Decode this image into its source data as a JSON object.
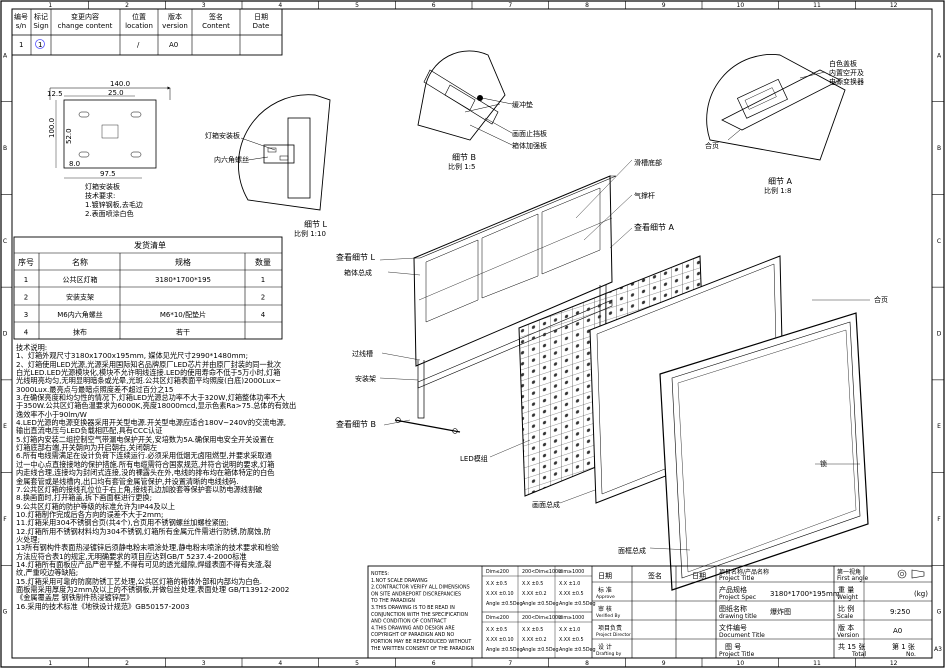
{
  "border": {
    "columns": [
      "1",
      "2",
      "3",
      "4",
      "5",
      "6",
      "7",
      "8",
      "9",
      "10",
      "11",
      "12"
    ],
    "rows": [
      "A",
      "B",
      "C",
      "D",
      "E",
      "F",
      "G"
    ],
    "page_no": "A3"
  },
  "revision": {
    "headers": [
      "编号\ns/n",
      "标记\nSign",
      "变更内容\nchange content",
      "位置\nlocation",
      "版本\nversion",
      "签名\nContent",
      "日期\nDate"
    ],
    "row": [
      "1",
      "1",
      "",
      "/",
      "A0",
      "",
      ""
    ]
  },
  "bracket": {
    "dims": [
      "140.0",
      "12.5",
      "25.0",
      "100.0",
      "52.0",
      "8.0",
      "97.5"
    ],
    "title": "灯箱安装板",
    "req_title": "技术要求:",
    "reqs": [
      "1.镀锌钢板,去毛边",
      "2.表面喷涂白色"
    ]
  },
  "detail_L": {
    "labels": [
      "灯箱安装板",
      "内六角螺丝"
    ],
    "title": "细节 L",
    "scale": "比例 1:10"
  },
  "detail_B": {
    "labels": [
      "缓冲垫",
      "画面止挡板",
      "箱体加强板"
    ],
    "title": "细节 B",
    "scale": "比例 1:5"
  },
  "detail_A": {
    "labels": [
      "白色盖板",
      "内置空开及",
      "电源变换器",
      "合页"
    ],
    "title": "细节 A",
    "scale": "比例 1:8"
  },
  "callouts": [
    "滑槽底部",
    "气撑杆",
    "查看细节 A",
    "查看细节 L",
    "箱体总成",
    "合页",
    "过线槽",
    "安装架",
    "查看细节 B",
    "LED模组",
    "锁",
    "画面总成",
    "面框总成"
  ],
  "shipping": {
    "title": "发货清单",
    "headers": [
      "序号",
      "名称",
      "规格",
      "数量"
    ],
    "rows": [
      [
        "1",
        "公共区灯箱",
        "3180*1700*195",
        "1"
      ],
      [
        "2",
        "安装支架",
        "",
        "2"
      ],
      [
        "3",
        "M6内六角螺丝",
        "M6*10/配垫片",
        "4"
      ],
      [
        "4",
        "抹布",
        "若干",
        ""
      ]
    ]
  },
  "notes": {
    "title": "技术说明:",
    "lines": [
      "1、灯箱外观尺寸3180x1700x195mm, 媒体见光尺寸2990*1480mm;",
      "2、灯箱使用LED光源,光源采用国际知名品牌原厂LED芯片并由原厂封装的同一批次",
      "白光LED.LED光源模块化,模块不允许明线连接.LED的使用寿命不低于5万小时,灯箱",
      "光线明亮均匀,无明显明暗条或光晕,光斑.公共区灯箱表面平均照度(白底)2000Lux~",
      "3000Lux.最亮点与最暗点照度差不超过百分之15",
      "3.在确保亮度和均匀性的情况下,灯箱LED光源总功率不大于320W,灯箱整体功率不大",
      "于350W.公共区灯箱色温要求为6000K,亮度18000mcd,显示色素Ra>75.总体的有效出",
      "逸效率不小于90lm/W",
      "4.LED光源的电源变换器采用开关型电源.开关型电源应适合180V~240V的交流电源,",
      "输出直流电压与LED负载相匹配,具有CCC认证",
      "5.灯箱内安装二组控制空气带漏电保护开关,安培数为5A.确保用电安全开关设置在",
      "灯箱底部右端,开关朝向为开启朝右,关闭朝左",
      "6.所有电线需满足在设计负荷下连续运行.必须采用低烟无卤阻燃型,并要求采取通",
      "过一中心点直接接地的保护措施.所有电缆需符合国家规范,并符合说明的要求,灯箱",
      "内走线合理,连接均为封闭式连接,没的裸露头在外,电线的排布均在箱体特定的白色",
      "金属套管或是线槽内,出口均有套管金属管保护,并设置清晰的电线线码.",
      "7.公共区灯箱的接线孔位位于右上角,接线孔边加胶套等保护套以防电源线割破",
      "8.换画面时,打开箱盖,拆下画面框进行更换;",
      "9.公共区灯箱的防护等级的标准允许为IP44及以上",
      "10.灯箱制作完成后各方向的误差不大于2mm;",
      "11.灯箱采用304不锈钢合页(共4个),合页用不锈钢螺丝加螺栓紧固;",
      "12.灯箱所用不锈钢材料均为304不锈钢,灯箱所有金属元件需进行防锈,防腐蚀,防",
      "火处理;",
      "13所有钢构件表面热浸镀锌后须静电粉末喷涂处理,静电粉末喷涂的技术要求和检验",
      "方法应符合表1的规定,无明确要求的项目应达到GB/T 5237.4-2000标准",
      "14.灯箱所有面板应产品严密平整,不得有可见的透光缝隙,焊缝表面不得有夹渣,裂",
      "纹,严重咬边等缺陷;",
      "15.灯箱采用可靠的防腐防锈工艺处理,公共区灯箱的箱体外部和内部均为白色.",
      "面板需采用厚度为2mm及以上的不锈钢板,并做包丝处理,表面处理 GB/T13912-2002",
      "《金属覆盖层 钢铁制件热浸镀锌层》",
      "16.采用的技术标准《地铁设计规范》GB50157-2003"
    ]
  },
  "title_block": {
    "notes": [
      "NOTES:",
      "1.NOT SCALE DRAWING",
      "2.CONTRACTOR VERIFY ALL DIMENSIONS",
      "ON SITE ANDREPORT DISCREPANCIES",
      "TO THE PARADIGN",
      "3.THIS DRAWING IS TO BE READ IN",
      "CONJUNCTION WITH THE SPECIFICATION",
      "AND CONDITION OF CONTRACT",
      "4.THIS DRAWING AND DESIGN ARE",
      "COPYRIGHT OF PARADIGN AND NO",
      "PORTION MAY BE REPRODUCED WITHOUT",
      "THE WRITTEN CONSENT OF THE PARADIGN"
    ],
    "tol_headers": [
      "Dim≤200",
      "200<Dim≤1000",
      "dim≥1000"
    ],
    "tol_x": [
      "X.X  ±0.5",
      "X.X  ±0.5",
      "X.X  ±1.0"
    ],
    "tol_xx": [
      "X.XX ±0.10",
      "X.XX ±0.2",
      "X.XX ±0.5"
    ],
    "tol_ang": [
      "Angle ±0.5Deg",
      "Angle ±0.5Deg",
      "Angle ±0.5Deg"
    ],
    "sign_cols": [
      "日期",
      "签名",
      "日期"
    ],
    "roles": [
      {
        "cn": "标 准",
        "en": "Approve"
      },
      {
        "cn": "审 核",
        "en": "Verified By"
      },
      {
        "cn": "项目负责",
        "en": "Project Director"
      },
      {
        "cn": "设 计",
        "en": "Drafting by"
      }
    ],
    "project_title": {
      "cn": "项目名称/产品名称",
      "en": "Project Title"
    },
    "project_spec": {
      "cn": "产品规格",
      "en": "Project Spec",
      "value": "3180*1700*195mm"
    },
    "drawing_title": {
      "cn": "图纸名称",
      "en": "drawing title",
      "value": "爆炸图"
    },
    "doc_file": {
      "cn": "文件编号",
      "en": "Document Title"
    },
    "figure": {
      "cn": "图 号",
      "en": "Project Title"
    },
    "first_angle": {
      "cn": "第一视角",
      "en": "First angle"
    },
    "weight": {
      "cn": "重 量",
      "en": "Weight",
      "unit": "(kg)"
    },
    "scale": {
      "cn": "比 例",
      "en": "Scale",
      "value": "9:250"
    },
    "version": {
      "cn": "版 本",
      "en": "Version",
      "value": "A0"
    },
    "sheets": {
      "total_label": "共 15 张",
      "total_en": "Total",
      "no_label": "第 1 张",
      "no_en": "No."
    }
  }
}
